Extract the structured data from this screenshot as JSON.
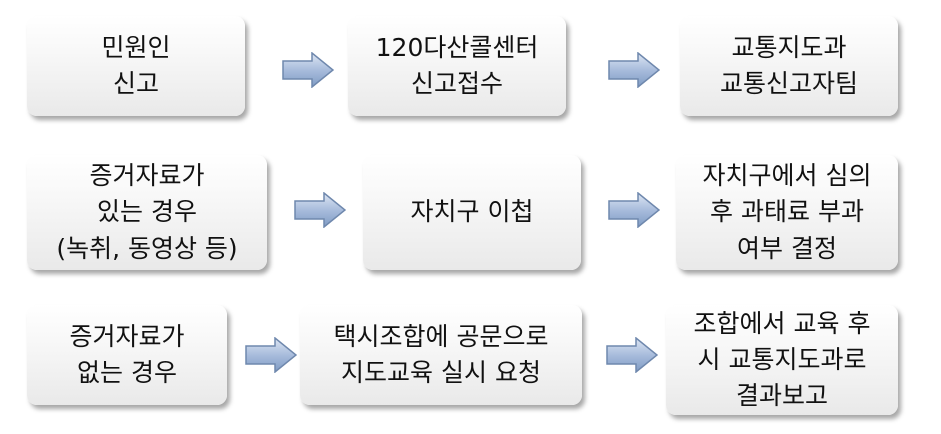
{
  "rows": [
    {
      "boxes": [
        {
          "lines": [
            "민원인",
            "신고"
          ]
        },
        {
          "lines": [
            "120다산콜센터",
            "신고접수"
          ]
        },
        {
          "lines": [
            "교통지도과",
            "교통신고자팀"
          ]
        }
      ]
    },
    {
      "boxes": [
        {
          "lines": [
            "증거자료가",
            "있는 경우",
            "(녹취, 동영상 등)"
          ]
        },
        {
          "lines": [
            "자치구 이첩"
          ]
        },
        {
          "lines": [
            "자치구에서 심의",
            "후 과태료 부과",
            "여부 결정"
          ]
        }
      ]
    },
    {
      "boxes": [
        {
          "lines": [
            "증거자료가",
            "없는 경우"
          ]
        },
        {
          "lines": [
            "택시조합에 공문으로",
            "지도교육 실시 요청"
          ]
        },
        {
          "lines": [
            "조합에서 교육 후",
            "시 교통지도과로",
            "결과보고"
          ]
        }
      ]
    }
  ],
  "colors": {
    "arrow_fill_top": "#c9d6ea",
    "arrow_fill_bottom": "#7f9bc4",
    "arrow_stroke": "#6f88ad"
  }
}
